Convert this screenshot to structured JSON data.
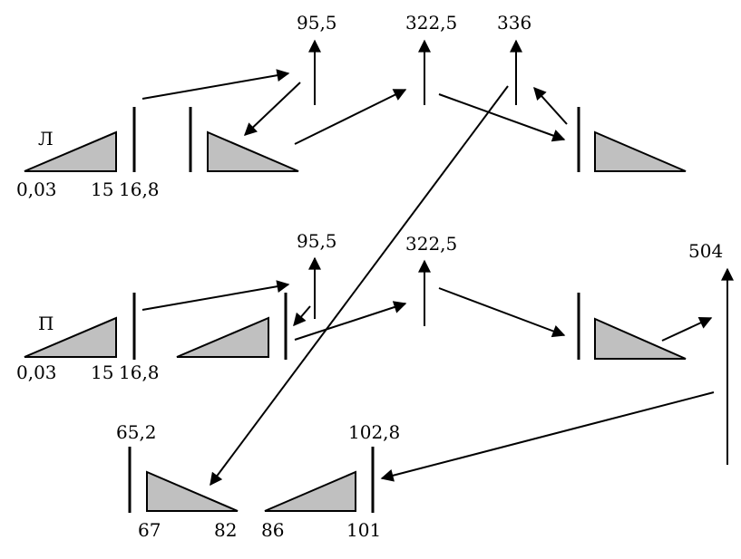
{
  "rows": {
    "top": {
      "label": "Л",
      "left_start": "0,03",
      "left_end": "15",
      "left_bar": "16,8",
      "values": [
        "95,5",
        "322,5",
        "336"
      ]
    },
    "middle": {
      "label": "П",
      "left_start": "0,03",
      "left_end": "15",
      "left_bar": "16,8",
      "values": [
        "95,5",
        "322,5",
        "504"
      ]
    },
    "bottom": {
      "left_top": "65,2",
      "right_top": "102,8",
      "ticks": [
        "67",
        "82",
        "86",
        "101"
      ]
    }
  },
  "colors": {
    "fill": "#c0c0c0",
    "line": "#000000"
  }
}
